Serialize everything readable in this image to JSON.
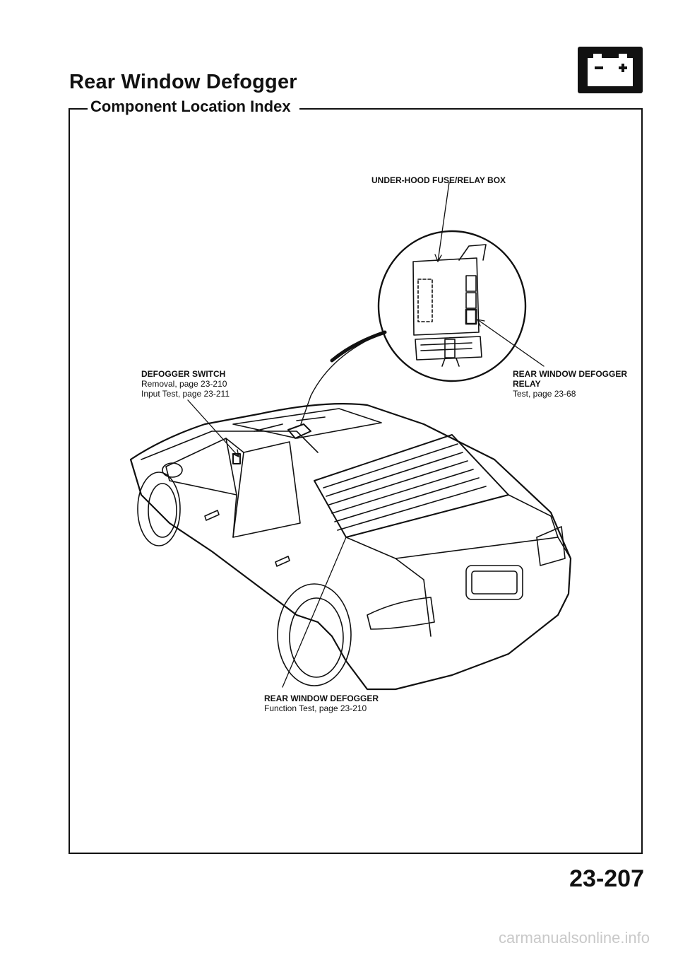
{
  "header": {
    "title": "Rear Window Defogger",
    "subtitle": "Component Location Index"
  },
  "battery_icon": {
    "icon": "battery-icon",
    "minus": "-",
    "plus": "+"
  },
  "labels": {
    "fuse_box": {
      "name": "UNDER-HOOD FUSE/RELAY BOX"
    },
    "switch": {
      "name": "DEFOGGER SWITCH",
      "line1": "Removal, page 23-210",
      "line2": "Input Test, page 23-211"
    },
    "relay": {
      "name1": "REAR WINDOW DEFOGGER",
      "name2": "RELAY",
      "line1": "Test, page 23-68"
    },
    "defogger": {
      "name": "REAR WINDOW DEFOGGER",
      "line1": "Function Test, page 23-210"
    }
  },
  "footer": {
    "page_number": "23-207",
    "watermark": "carmanualsonline.info"
  }
}
